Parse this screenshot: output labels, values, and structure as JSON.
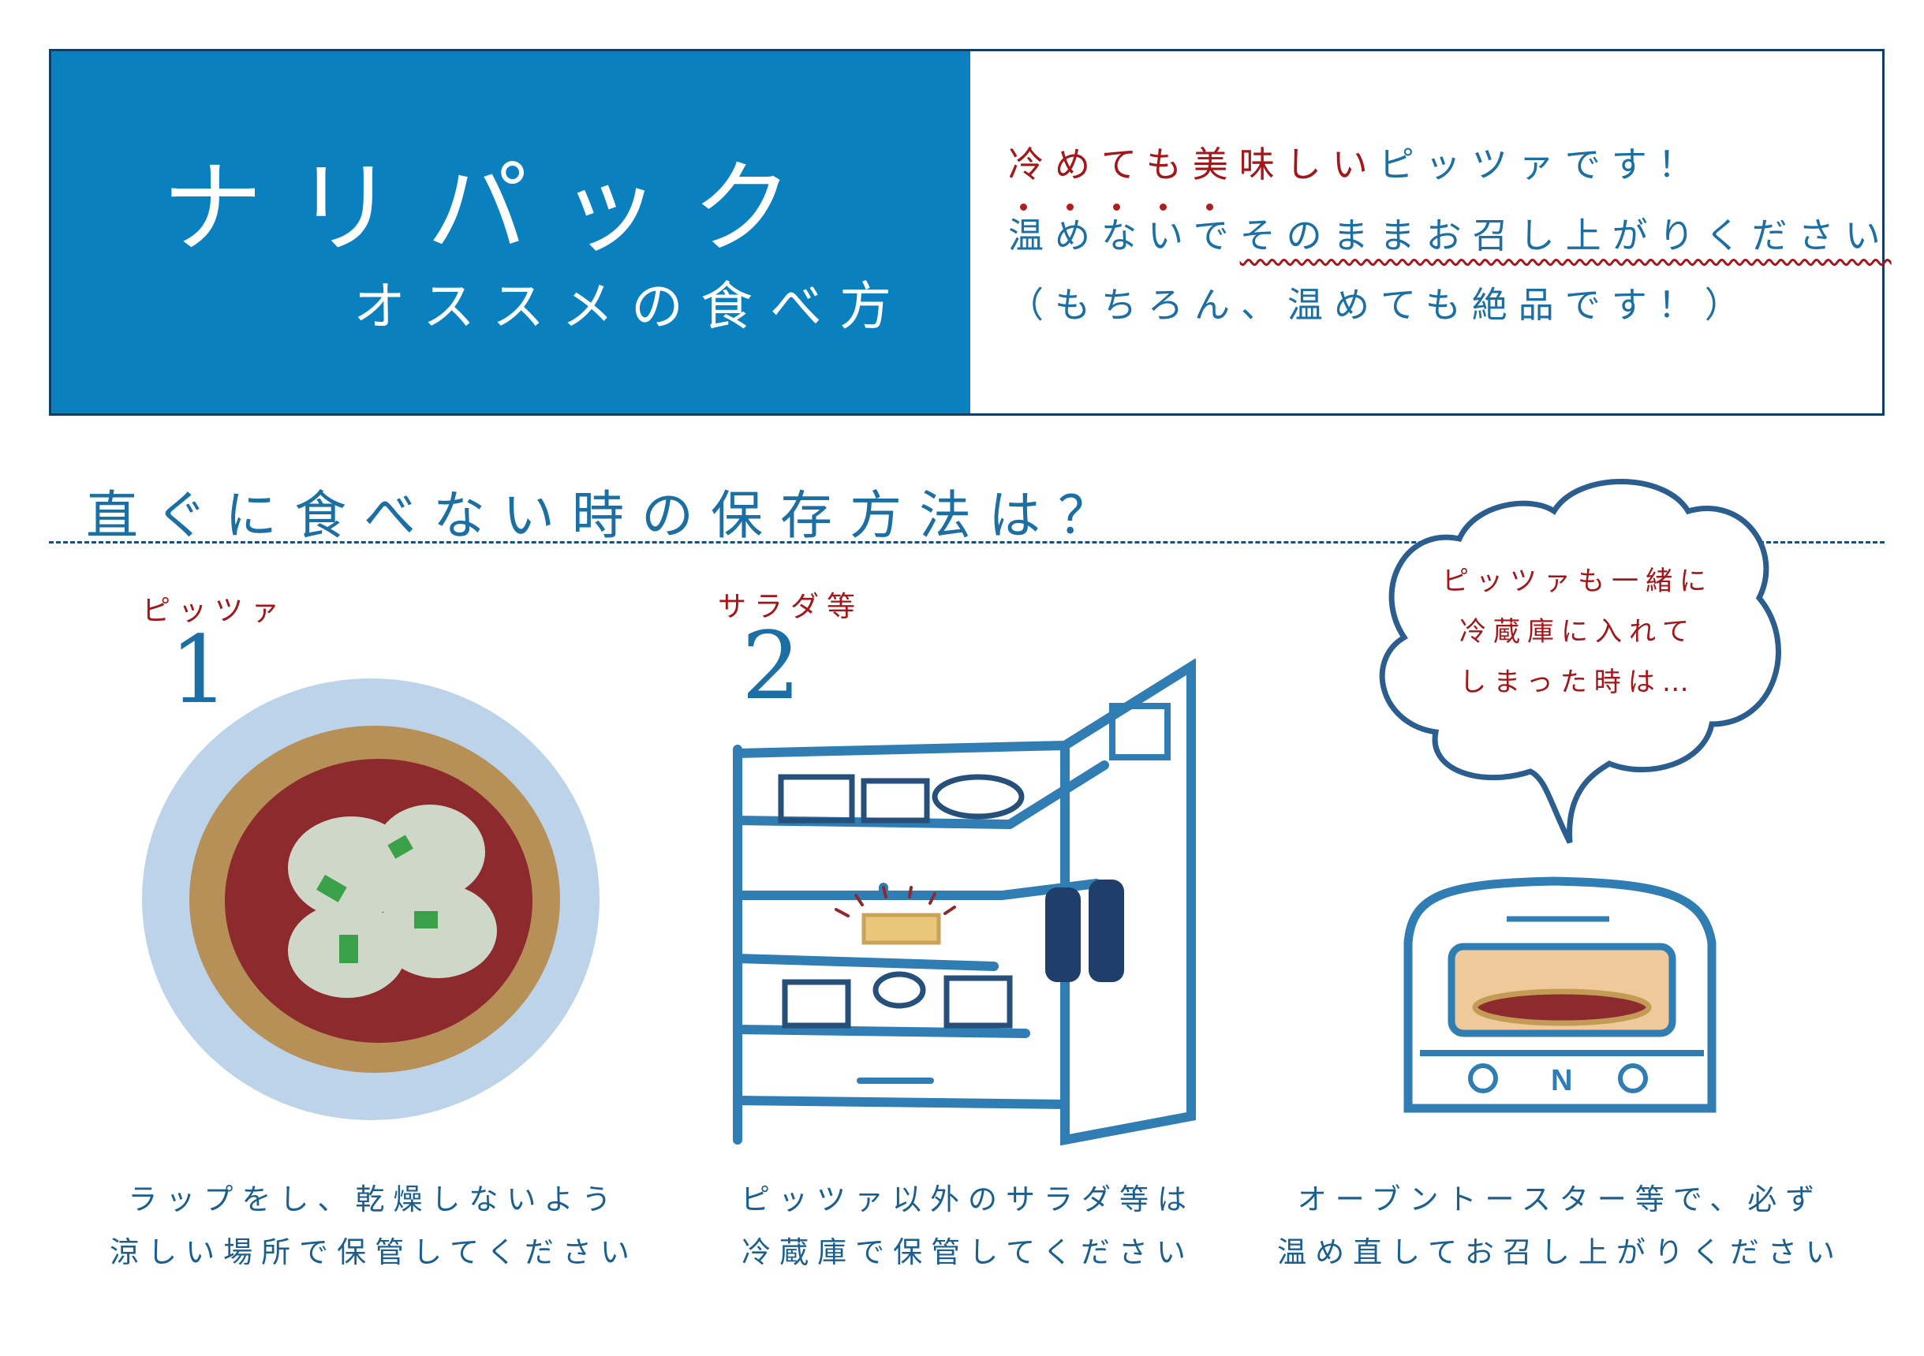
{
  "header": {
    "title": "ナリパック",
    "subtitle": "オススメの食べ方",
    "message_line1_red": "冷めても美味しい",
    "message_line1_blue": "ピッツァです！",
    "message_line2_dotted": "温めないで",
    "message_line2_wavy": "そのままお召し上がりください",
    "message_line3": "（もちろん、温めても絶品です！）"
  },
  "section": {
    "title": "直ぐに食べない時の保存方法は？"
  },
  "steps": [
    {
      "label": "ピッツァ",
      "number": "1",
      "caption_line1": "ラップをし、乾燥しないよう",
      "caption_line2": "涼しい場所で保管してください"
    },
    {
      "label": "サラダ等",
      "number": "2",
      "caption_line1": "ピッツァ以外のサラダ等は",
      "caption_line2": "冷蔵庫で保管してください"
    },
    {
      "bubble_line1": "ピッツァも一緒に",
      "bubble_line2": "冷蔵庫に入れて",
      "bubble_line3": "しまった時は…",
      "toaster_mark": "N",
      "caption_line1": "オーブントースター等で、必ず",
      "caption_line2": "温め直してお召し上がりください"
    }
  ],
  "colors": {
    "brand_blue": "#0a80bf",
    "accent_red": "#a3161a",
    "text_blue": "#1b6fa3"
  }
}
